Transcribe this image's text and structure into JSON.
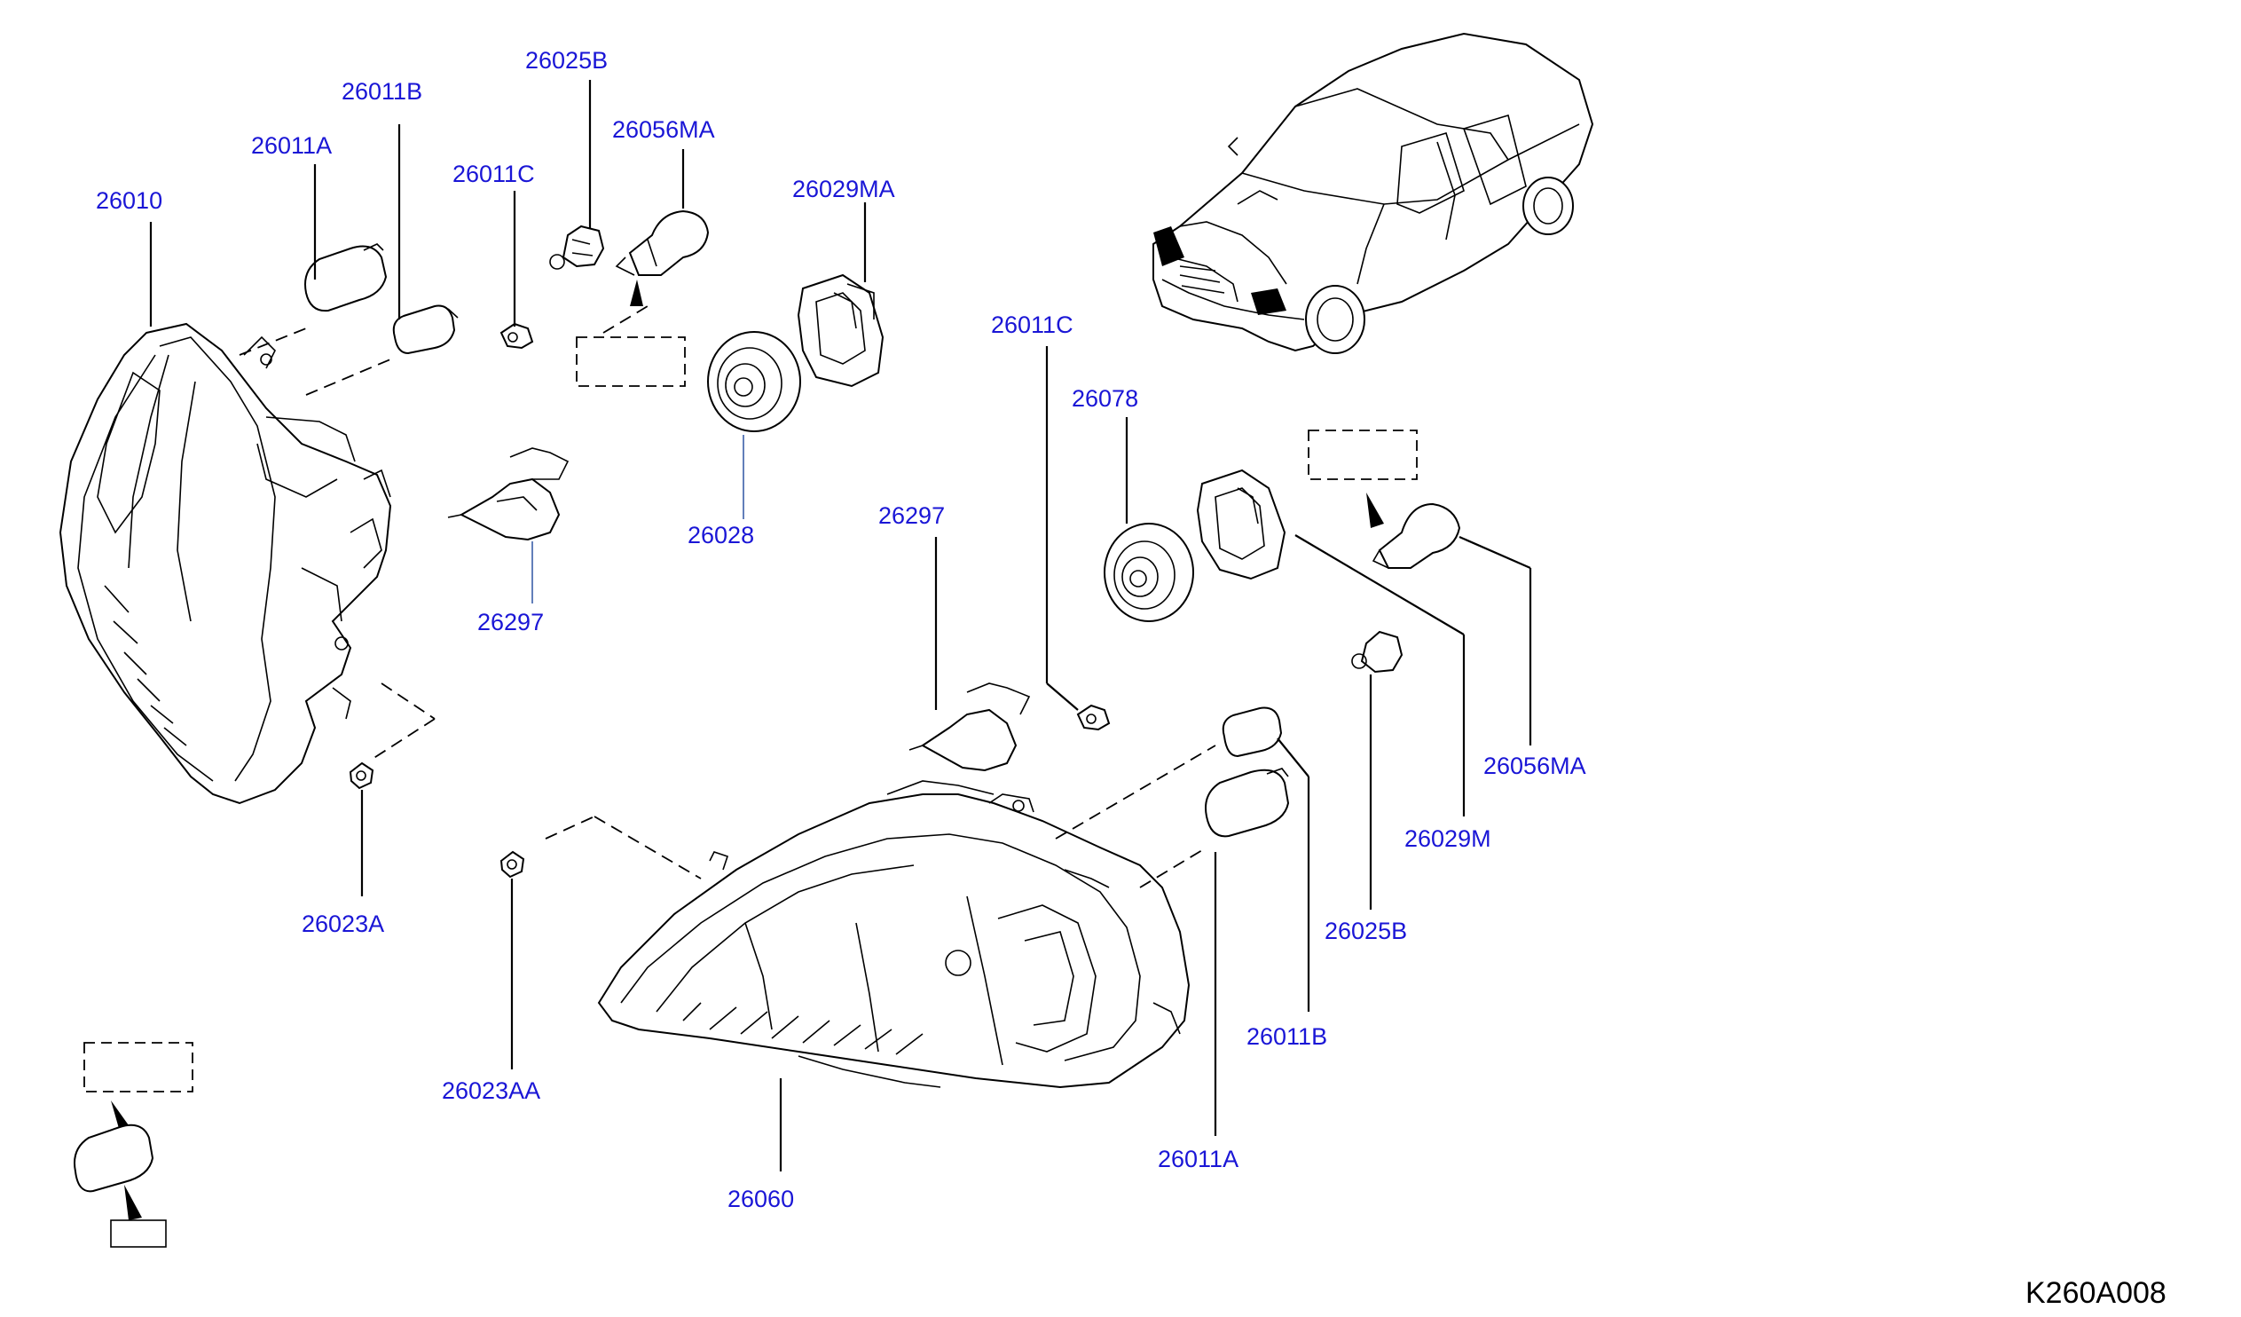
{
  "callouts": {
    "c26010": "26010",
    "c26011A_left": "26011A",
    "c26011B_left": "26011B",
    "c26025B_top": "26025B",
    "c26011C_left": "26011C",
    "c26056MA_top": "26056MA",
    "c26029MA": "26029MA",
    "c26028": "26028",
    "c26297_left": "26297",
    "c26023A": "26023A",
    "c26011C_mid": "26011C",
    "c26078": "26078",
    "c26297_mid": "26297",
    "c26056MA_right": "26056MA",
    "c26029M": "26029M",
    "c26025B_right": "26025B",
    "c26011B_right": "26011B",
    "c26011A_bottom": "26011A",
    "c26023AA": "26023AA",
    "c26060": "26060"
  },
  "diagram_code": "K260A008"
}
